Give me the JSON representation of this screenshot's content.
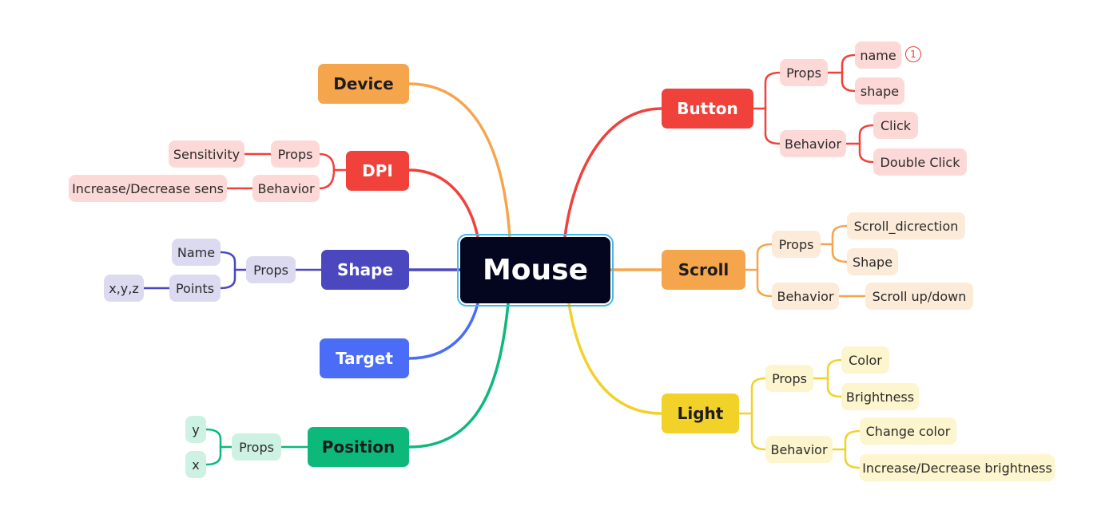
{
  "root": {
    "label": "Mouse"
  },
  "colors": {
    "dark": "#04061f",
    "selection": "#46b8e6",
    "orange": "#f5a54c",
    "red": "#f0413b",
    "purple": "#4b47bf",
    "blue": "#4a6cf6",
    "green": "#0cb97a",
    "yellow": "#f2d128"
  },
  "left": {
    "device": {
      "label": "Device"
    },
    "dpi": {
      "label": "DPI",
      "props": {
        "label": "Props",
        "items": [
          "Sensitivity"
        ]
      },
      "behavior": {
        "label": "Behavior",
        "items": [
          "Increase/Decrease sens"
        ]
      }
    },
    "shape": {
      "label": "Shape",
      "props": {
        "label": "Props",
        "items": [
          "Name",
          "Points"
        ]
      },
      "points_children": [
        "x,y,z"
      ]
    },
    "target": {
      "label": "Target"
    },
    "position": {
      "label": "Position",
      "props": {
        "label": "Props",
        "items": [
          "y",
          "x"
        ]
      }
    }
  },
  "right": {
    "button": {
      "label": "Button",
      "props": {
        "label": "Props",
        "items": [
          "name",
          "shape"
        ]
      },
      "behavior": {
        "label": "Behavior",
        "items": [
          "Click",
          "Double Click"
        ]
      },
      "marker": "1"
    },
    "scroll": {
      "label": "Scroll",
      "props": {
        "label": "Props",
        "items": [
          "Scroll_dicrection",
          "Shape"
        ]
      },
      "behavior": {
        "label": "Behavior",
        "items": [
          "Scroll up/down"
        ]
      }
    },
    "light": {
      "label": "Light",
      "props": {
        "label": "Props",
        "items": [
          "Color",
          "Brightness"
        ]
      },
      "behavior": {
        "label": "Behavior",
        "items": [
          "Change color",
          "Increase/Decrease brightness"
        ]
      }
    }
  }
}
